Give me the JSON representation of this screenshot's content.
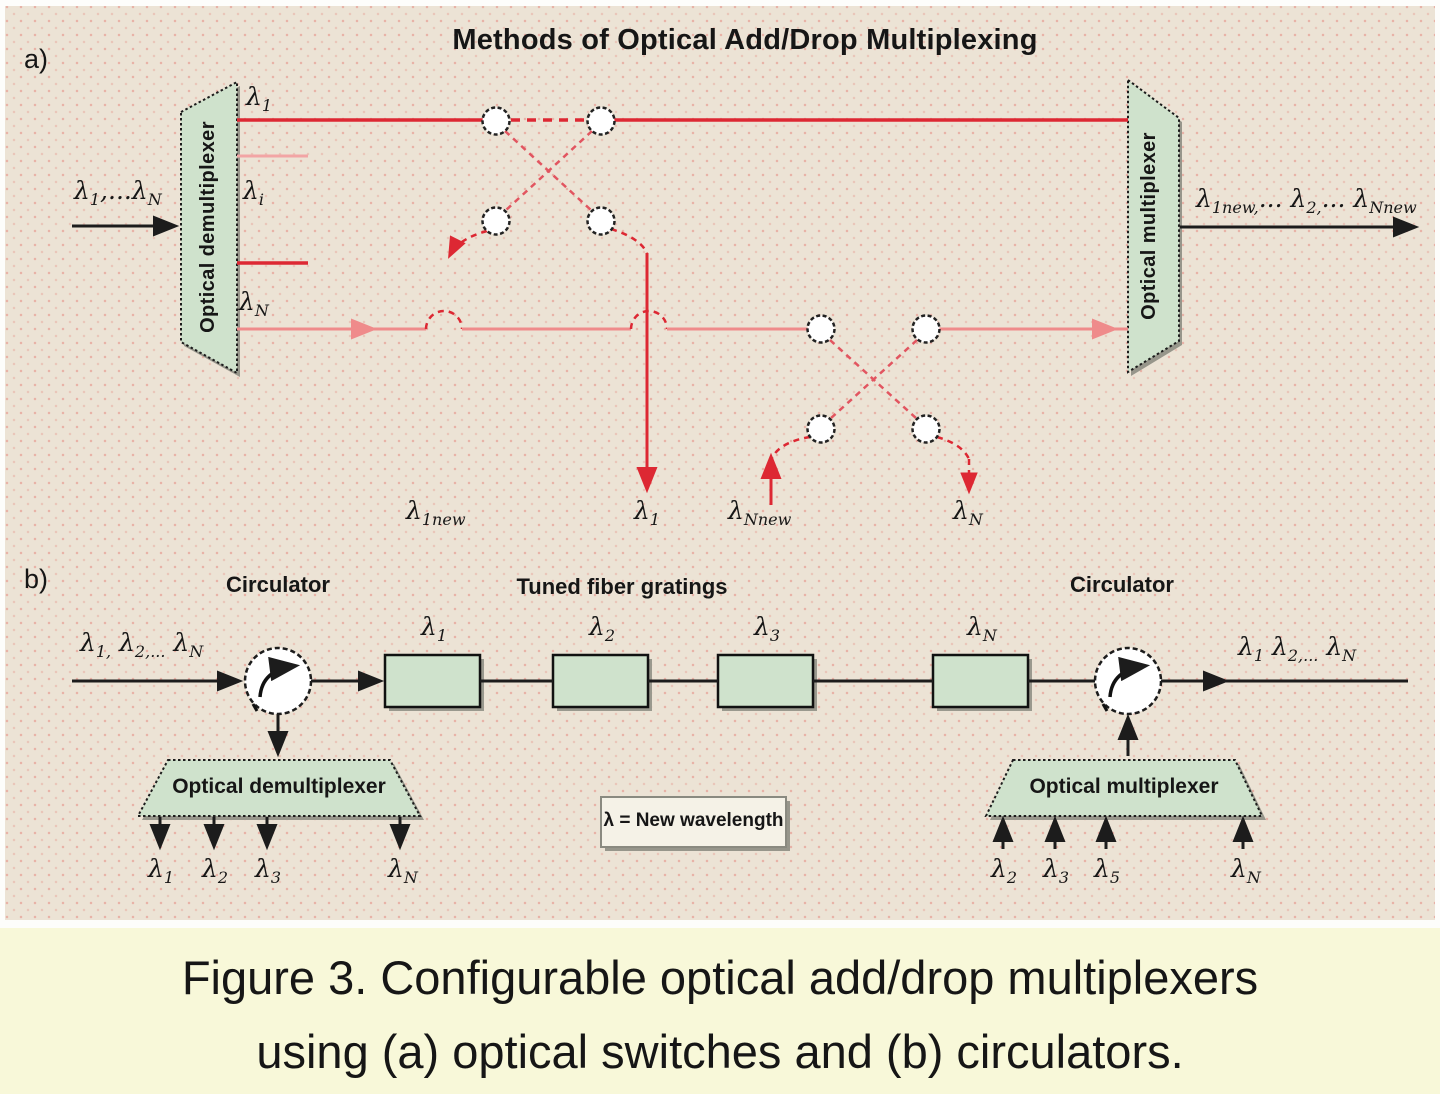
{
  "figure": {
    "title": "Methods of Optical Add/Drop Multiplexing",
    "caption": {
      "line1": "Figure 3. Configurable optical add/drop multiplexers",
      "line2": "using (a) optical switches and (b) circulators."
    }
  },
  "colors": {
    "background": "#ece3d5",
    "caption_background": "#f8f8d9",
    "component_green": "#cfe2cc",
    "signal_red": "#dd2833",
    "signal_pink": "#f09090",
    "line_black": "#1c1c1c"
  },
  "section_a": {
    "tag": "a)",
    "demultiplexer_label": "Optical demultiplexer",
    "multiplexer_label": "Optical multiplexer",
    "labels": {
      "input": [
        {
          "t": "λ"
        },
        {
          "t": "1",
          "s": true
        },
        {
          "t": ",...λ"
        },
        {
          "t": "N",
          "s": true
        }
      ],
      "output": [
        {
          "t": "λ"
        },
        {
          "t": "1new,",
          "s": true
        },
        {
          "t": "... λ"
        },
        {
          "t": "2,",
          "s": true
        },
        {
          "t": "... λ"
        },
        {
          "t": "Nnew",
          "s": true
        }
      ],
      "channel_1": [
        {
          "t": "λ"
        },
        {
          "t": "1",
          "s": true
        }
      ],
      "channel_i": [
        {
          "t": "λ"
        },
        {
          "t": "i",
          "s": true
        }
      ],
      "channel_N": [
        {
          "t": "λ"
        },
        {
          "t": "N",
          "s": true
        }
      ],
      "add_1new": [
        {
          "t": "λ"
        },
        {
          "t": "1new",
          "s": true
        }
      ],
      "drop_1": [
        {
          "t": "λ"
        },
        {
          "t": "1",
          "s": true
        }
      ],
      "add_Nnew": [
        {
          "t": "λ"
        },
        {
          "t": "Nnew",
          "s": true
        }
      ],
      "drop_N": [
        {
          "t": "λ"
        },
        {
          "t": "N",
          "s": true
        }
      ]
    }
  },
  "section_b": {
    "tag": "b)",
    "circulator_left": "Circulator",
    "circulator_right": "Circulator",
    "gratings_title": "Tuned fiber gratings",
    "demultiplexer_label": "Optical demultiplexer",
    "multiplexer_label": "Optical multiplexer",
    "legend": "λ = New wavelength",
    "labels": {
      "input": [
        {
          "t": "λ"
        },
        {
          "t": "1,",
          "s": true
        },
        {
          "t": " λ"
        },
        {
          "t": "2,...",
          "s": true
        },
        {
          "t": " λ"
        },
        {
          "t": "N",
          "s": true
        }
      ],
      "output": [
        {
          "t": "λ"
        },
        {
          "t": "1",
          "s": true
        },
        {
          "t": " λ"
        },
        {
          "t": "2,...",
          "s": true
        },
        {
          "t": " λ"
        },
        {
          "t": "N",
          "s": true
        }
      ],
      "grating_1": [
        {
          "t": "λ"
        },
        {
          "t": "1",
          "s": true
        }
      ],
      "grating_2": [
        {
          "t": "λ"
        },
        {
          "t": "2",
          "s": true
        }
      ],
      "grating_3": [
        {
          "t": "λ"
        },
        {
          "t": "3",
          "s": true
        }
      ],
      "grating_N": [
        {
          "t": "λ"
        },
        {
          "t": "N",
          "s": true
        }
      ],
      "demux_out_1": [
        {
          "t": "λ"
        },
        {
          "t": "1",
          "s": true
        }
      ],
      "demux_out_2": [
        {
          "t": "λ"
        },
        {
          "t": "2",
          "s": true
        }
      ],
      "demux_out_3": [
        {
          "t": "λ"
        },
        {
          "t": "3",
          "s": true
        }
      ],
      "demux_out_N": [
        {
          "t": "λ"
        },
        {
          "t": "N",
          "s": true
        }
      ],
      "mux_in_1": [
        {
          "t": "λ"
        },
        {
          "t": "2",
          "s": true
        }
      ],
      "mux_in_2": [
        {
          "t": "λ"
        },
        {
          "t": "3",
          "s": true
        }
      ],
      "mux_in_3": [
        {
          "t": "λ"
        },
        {
          "t": "5",
          "s": true
        }
      ],
      "mux_in_N": [
        {
          "t": "λ"
        },
        {
          "t": "N",
          "s": true
        }
      ]
    }
  }
}
